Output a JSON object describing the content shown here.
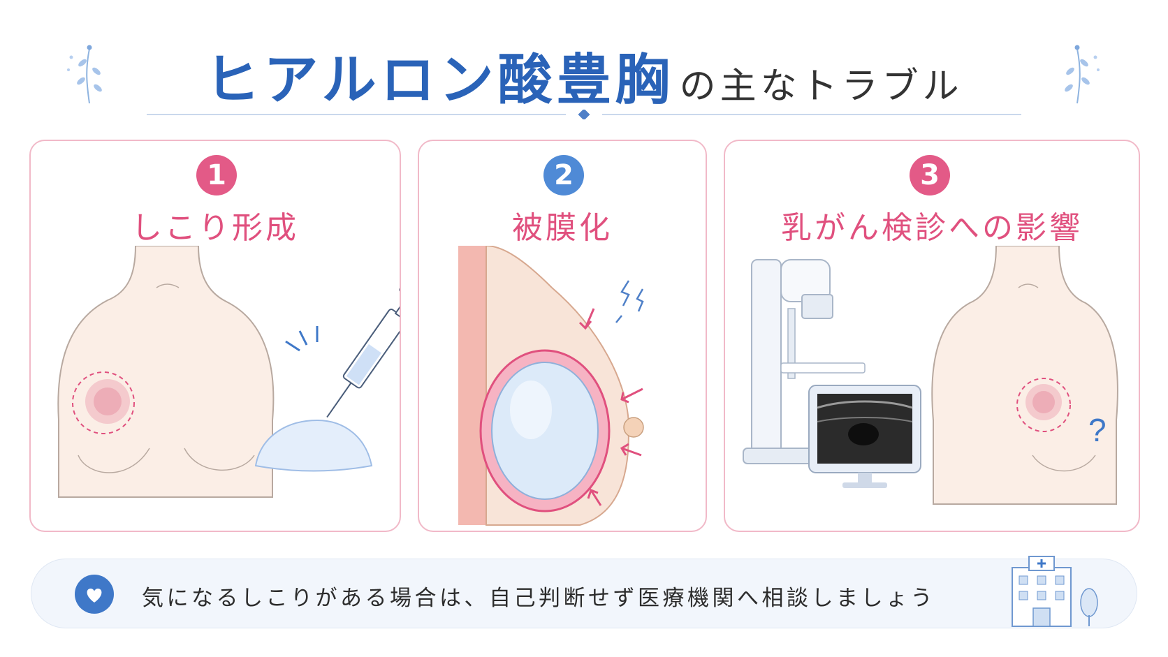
{
  "header": {
    "title_main": "ヒアルロン酸豊胸",
    "title_sub": "の主なトラブル"
  },
  "cards": [
    {
      "number": "1",
      "title": "しこり形成",
      "color": "#e35a87"
    },
    {
      "number": "2",
      "title": "被膜化",
      "color": "#4f8ad6"
    },
    {
      "number": "3",
      "title": "乳がん検診への影響",
      "color": "#e35a87"
    }
  ],
  "note": {
    "text": "気になるしこりがある場合は、自己判断せず医療機関へ相談しましょう"
  },
  "icons": [
    "leaf-decoration-icon",
    "syringe-icon",
    "filler-gel-icon",
    "mammography-machine-icon",
    "ultrasound-monitor-icon",
    "question-mark-icon",
    "heart-icon",
    "hospital-icon"
  ],
  "colors": {
    "accent_blue": "#2a63b8",
    "accent_pink": "#e35a87",
    "card_border": "#f1b9c8"
  }
}
